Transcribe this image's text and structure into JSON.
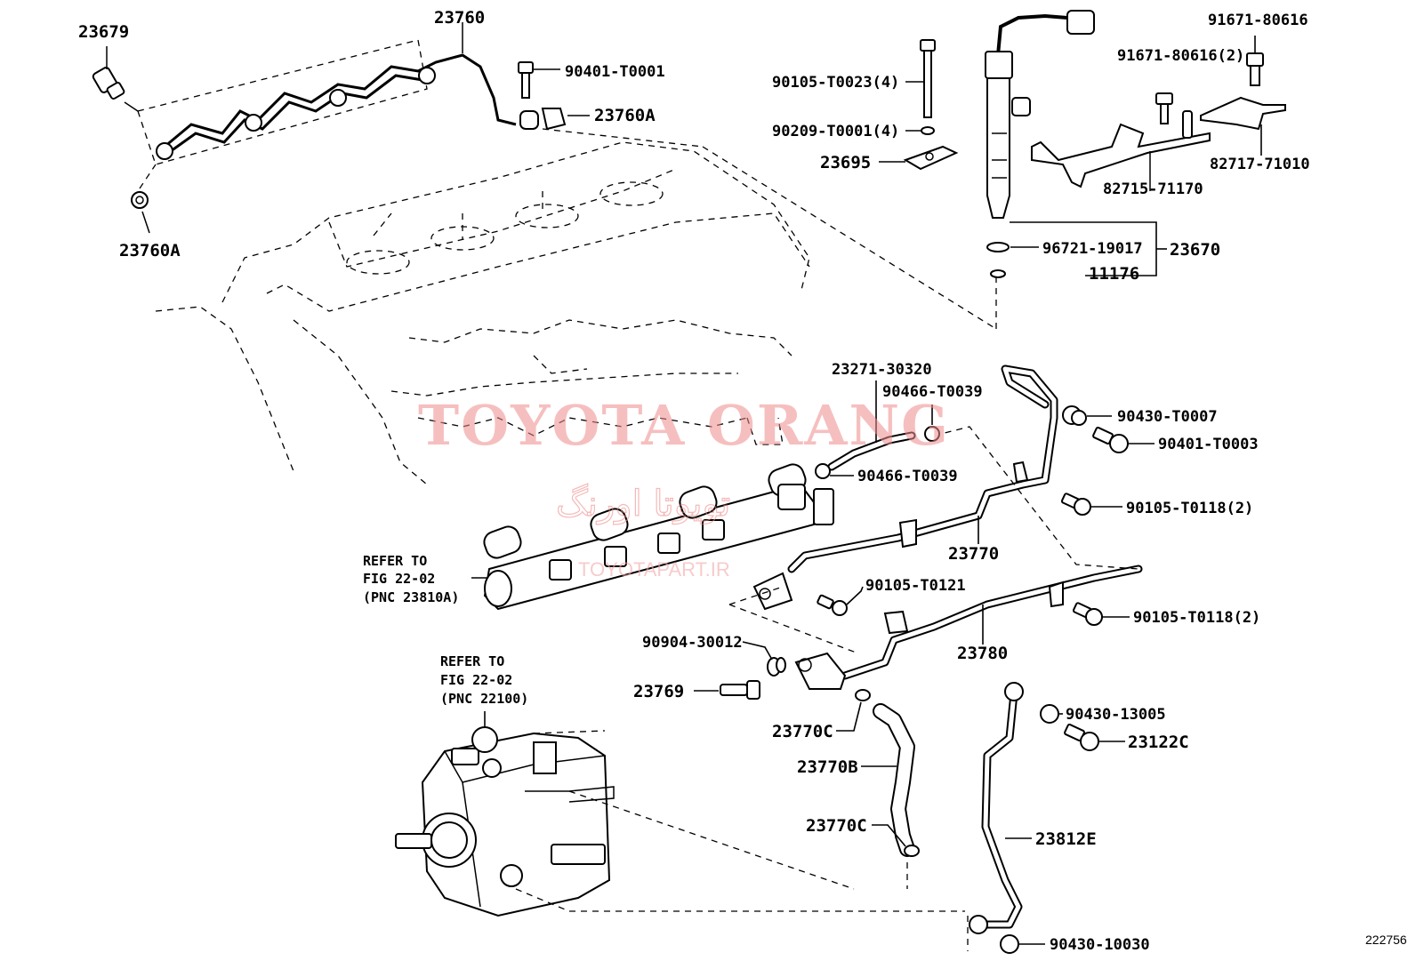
{
  "diagram_id": "222756",
  "watermark": {
    "main": "TOYOTA ORANG",
    "persian": "تویوتا اورنگ",
    "url": "TOYOTAPART.IR"
  },
  "labels": {
    "p23679": "23679",
    "p23760": "23760",
    "p90401_T0001": "90401-T0001",
    "p23760A_top": "23760A",
    "p23760A_left": "23760A",
    "p90105_T0023": "90105-T0023(4)",
    "p90209_T0001": "90209-T0001(4)",
    "p23695": "23695",
    "p91671_80616": "91671-80616",
    "p91671_80616_2": "91671-80616(2)",
    "p82717_71010": "82717-71010",
    "p82715_71170": "82715-71170",
    "p96721_19017": "96721-19017",
    "p23670": "23670",
    "p11176": "11176",
    "p23271_30320": "23271-30320",
    "p90466_T0039_a": "90466-T0039",
    "p90466_T0039_b": "90466-T0039",
    "p90430_T0007": "90430-T0007",
    "p90401_T0003": "90401-T0003",
    "p90105_T0118_a": "90105-T0118(2)",
    "p23770": "23770",
    "p90105_T0121": "90105-T0121",
    "p90105_T0118_b": "90105-T0118(2)",
    "p23780": "23780",
    "p90904_30012": "90904-30012",
    "p23769": "23769",
    "p23770C_a": "23770C",
    "p23770B": "23770B",
    "p23770C_b": "23770C",
    "p90430_13005": "90430-13005",
    "p23122C": "23122C",
    "p23812E": "23812E",
    "p90430_10030": "90430-10030"
  },
  "references": {
    "rail": {
      "line1": "REFER TO",
      "line2": "FIG 22-02",
      "line3": "(PNC 23810A)"
    },
    "pump": {
      "line1": "REFER TO",
      "line2": "FIG 22-02",
      "line3": "(PNC 22100)"
    }
  }
}
